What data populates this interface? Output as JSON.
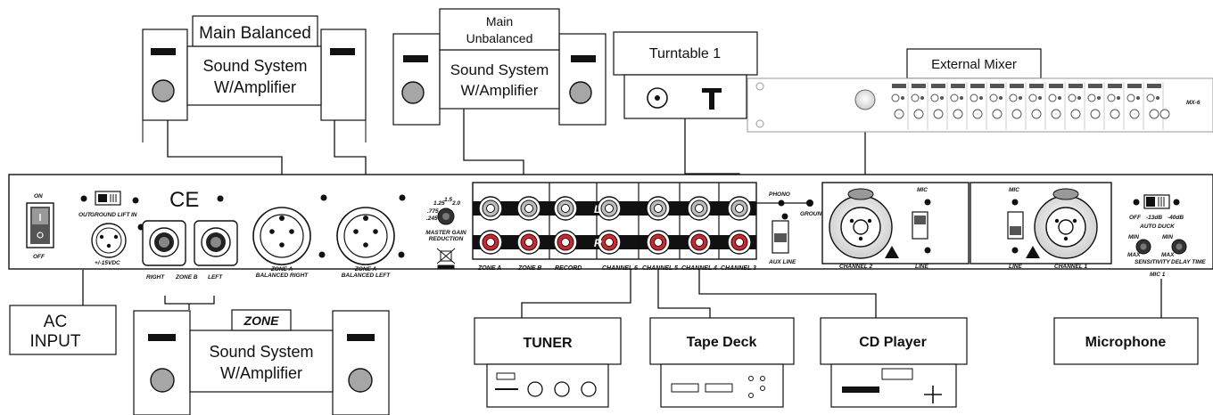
{
  "boxes": {
    "main_balanced": {
      "title": "Main Balanced",
      "line1": "Sound System",
      "line2": "W/Amplifier"
    },
    "main_unbalanced": {
      "title_line1": "Main",
      "title_line2": "Unbalanced",
      "line1": "Sound System",
      "line2": "W/Amplifier"
    },
    "zone": {
      "title": "ZONE",
      "line1": "Sound System",
      "line2": "W/Amplifier"
    },
    "turntable": {
      "title": "Turntable 1"
    },
    "external_mixer": {
      "title": "External Mixer",
      "model": "MX-6"
    },
    "ac_input": {
      "line1": "AC",
      "line2": "INPUT"
    },
    "tuner": {
      "title": "TUNER"
    },
    "tape_deck": {
      "title": "Tape Deck"
    },
    "cd_player": {
      "title": "CD Player"
    },
    "microphone": {
      "title": "Microphone"
    }
  },
  "panel": {
    "power": {
      "on": "ON",
      "off": "OFF"
    },
    "ground_lift": {
      "out": "OUT",
      "label": "GROUND LIFT",
      "in": "IN"
    },
    "ce_mark": "CE",
    "ac_voltage": "+/-15VDC",
    "zone_b": {
      "right": "RIGHT",
      "label": "ZONE B",
      "left": "LEFT"
    },
    "zone_a_right": {
      "line1": "ZONE A",
      "line2": "BALANCED RIGHT"
    },
    "zone_a_left": {
      "line1": "ZONE A",
      "line2": "BALANCED LEFT"
    },
    "gain_ticks": {
      "t1": ".775",
      "t2": "1.25",
      "t3": "1.5",
      "t4": "2.0",
      "t5": ".245"
    },
    "master_gain": {
      "line1": "MASTER GAIN",
      "line2": "REDUCTION"
    },
    "rca_labels": {
      "zone_a": "ZONE A",
      "zone_b": "ZONE B",
      "record": "RECORD",
      "ch6": "CHANNEL 6",
      "ch5": "CHANNEL 5",
      "ch4": "CHANNEL 4",
      "ch3": "CHANNEL 3",
      "L": "L",
      "R": "R"
    },
    "phono": "PHONO",
    "ground": "GROUND",
    "aux_line": "AUX LINE",
    "channel2": "CHANNEL 2",
    "channel1": "CHANNEL 1",
    "mic": "MIC",
    "line": "LINE",
    "auto_duck": {
      "off": "OFF",
      "m13": "-13dB",
      "m40": "-40dB",
      "label": "AUTO DUCK"
    },
    "knob_labels": {
      "min": "MIN",
      "max": "MAX",
      "sensitivity": "SENSITIVITY",
      "delay": "DELAY TIME"
    },
    "mic1": "MIC 1"
  },
  "colors": {
    "line": "#111111",
    "red_jack": "#d8232a",
    "panel_bg": "#ffffff"
  }
}
